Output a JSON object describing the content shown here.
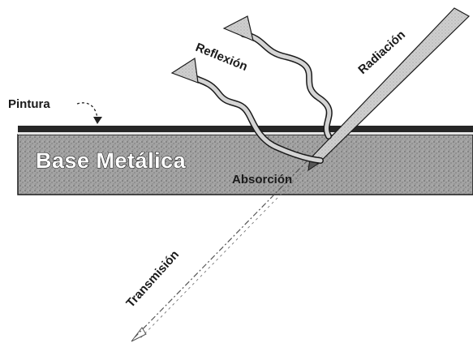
{
  "labels": {
    "pintura": "Pintura",
    "base": "Base Metálica",
    "absorcion": "Absorción",
    "radiacion": "Radiación",
    "reflexion": "Reflexión",
    "transmision": "Transmisión"
  },
  "colors": {
    "paint_layer": "#2b2b2b",
    "base_fill": "#9a9a9a",
    "ray_fill": "#c8c8c8",
    "outline": "#1a1a1a"
  }
}
